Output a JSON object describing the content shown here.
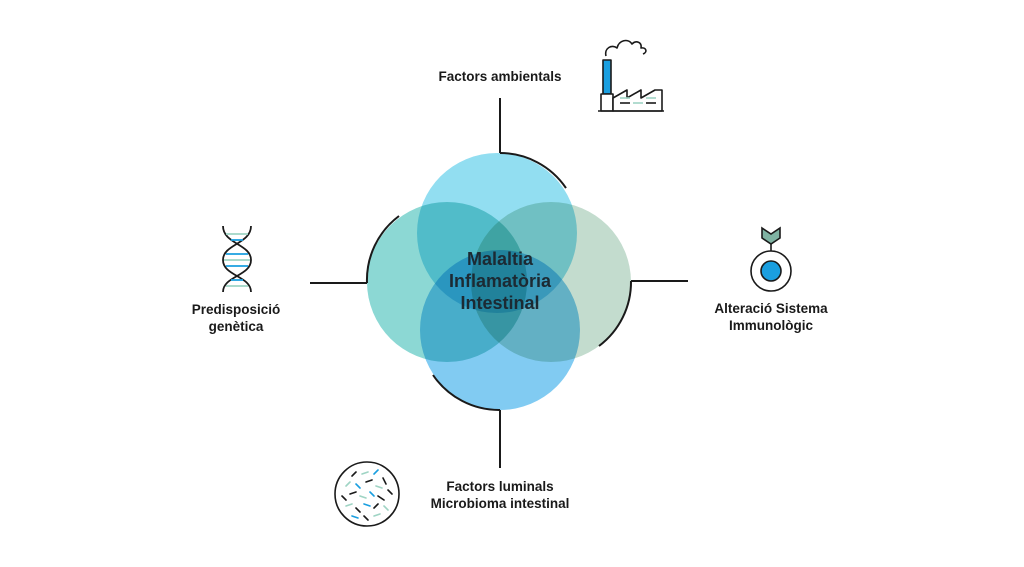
{
  "center": {
    "line1": "Malaltia",
    "line2": "Inflamatòria",
    "line3": "Intestinal"
  },
  "factors": {
    "top": {
      "label": "Factors ambientals",
      "icon": "factory-icon"
    },
    "left": {
      "line1": "Predisposició",
      "line2": "genètica",
      "icon": "dna-icon"
    },
    "right": {
      "line1": "Alteració Sistema",
      "line2": "Immunològic",
      "icon": "immune-cell-icon"
    },
    "bottom": {
      "line1": "Factors luminals",
      "line2": "Microbioma intestinal",
      "icon": "microbiome-icon"
    }
  },
  "colors": {
    "top_circle": "#7fd8ef",
    "left_circle": "#6fcfca",
    "right_circle": "#b9d6c6",
    "bottom_circle": "#5dbcef",
    "accent_blue": "#1a9fe0",
    "line": "#1a1a1a"
  }
}
